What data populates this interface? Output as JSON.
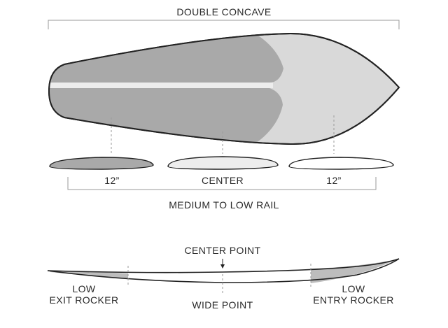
{
  "title": "DOUBLE CONCAVE",
  "rail": {
    "left_label": "12”",
    "center_label": "CENTER",
    "right_label": "12”",
    "caption": "MEDIUM TO LOW RAIL"
  },
  "rocker": {
    "center_point": "CENTER POINT",
    "exit_line1": "LOW",
    "exit_line2": "EXIT ROCKER",
    "wide_point": "WIDE POINT",
    "entry_line1": "LOW",
    "entry_line2": "ENTRY ROCKER"
  },
  "colors": {
    "outline": "#222222",
    "dark_fill": "#a9a9a9",
    "light_fill": "#d9d9d9",
    "lighter_fill": "#ededed",
    "guide": "#9a9a9a"
  }
}
